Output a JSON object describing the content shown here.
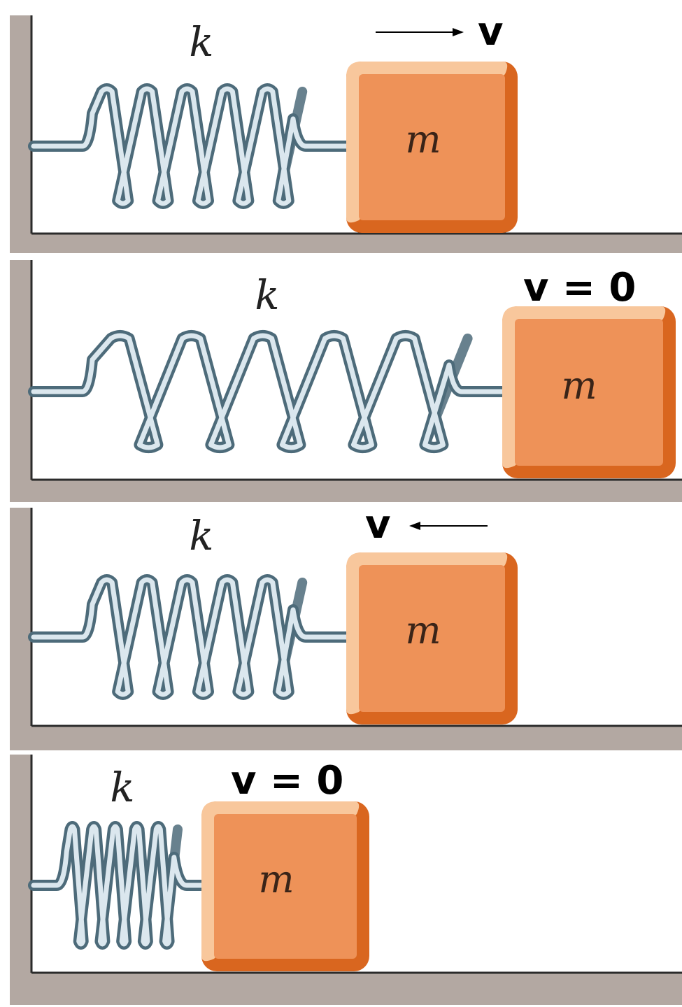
{
  "panels": [
    {
      "spring_label": "k",
      "mass_label": "m",
      "velocity_label": "v",
      "arrow_direction": "right"
    },
    {
      "spring_label": "k",
      "mass_label": "m",
      "velocity_label": "v = 0",
      "arrow_direction": "none"
    },
    {
      "spring_label": "k",
      "mass_label": "m",
      "velocity_label": "v",
      "arrow_direction": "left"
    },
    {
      "spring_label": "k",
      "mass_label": "m",
      "velocity_label": "v = 0",
      "arrow_direction": "none"
    }
  ],
  "colors": {
    "wall": "#b3a8a2",
    "floor_line": "#2b2b2b",
    "spring_dark": "#4d6b7a",
    "spring_light": "#dbe7ee",
    "block_face": "#ee9258",
    "block_light": "#f8c79c",
    "block_dark": "#d9661f"
  }
}
